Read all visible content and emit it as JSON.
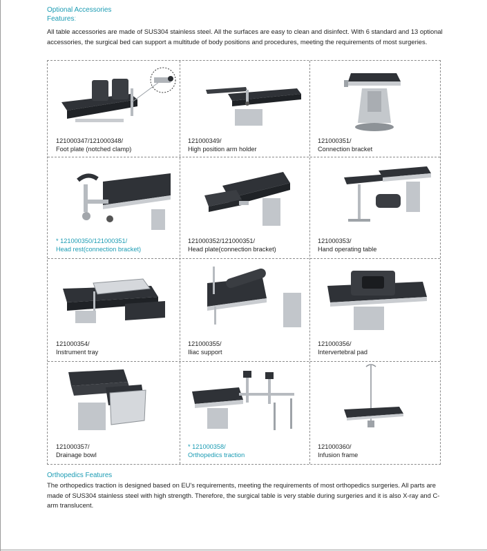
{
  "heading": "Optional Accessories",
  "subheading": "Featuresː",
  "intro": "All table accessories are made of SUS304 stainless steel. All the surfaces are easy to clean and disinfect. With 6 standard and 13 optional accessories, the surgical bed can support a multitude of body positions and procedures, meeting the requirements of most surgeries.",
  "accessories": [
    {
      "code": "121000347/121000348/",
      "label": "Foot plate (notched clamp)",
      "highlight": false,
      "icon": "foot-plate-icon"
    },
    {
      "code": "121000349/",
      "label": "High position arm holder",
      "highlight": false,
      "icon": "arm-holder-icon"
    },
    {
      "code": "121000351/",
      "label": "Connection bracket",
      "highlight": false,
      "icon": "connection-bracket-icon"
    },
    {
      "code": "* 121000350/121000351/",
      "label": "Head rest(connection bracket)",
      "highlight": true,
      "icon": "head-rest-icon"
    },
    {
      "code": "121000352/121000351/",
      "label": "Head plate(connection bracket)",
      "highlight": false,
      "icon": "head-plate-icon"
    },
    {
      "code": "121000353/",
      "label": "Hand operating table",
      "highlight": false,
      "icon": "hand-table-icon"
    },
    {
      "code": "121000354/",
      "label": "Instrument tray",
      "highlight": false,
      "icon": "instrument-tray-icon"
    },
    {
      "code": "121000355/",
      "label": "Iliac support",
      "highlight": false,
      "icon": "iliac-support-icon"
    },
    {
      "code": "121000356/",
      "label": "Intervertebral pad",
      "highlight": false,
      "icon": "intervertebral-pad-icon"
    },
    {
      "code": "121000357/",
      "label": "Drainage bowl",
      "highlight": false,
      "icon": "drainage-bowl-icon"
    },
    {
      "code": "* 121000358/",
      "label": "Orthopedics traction",
      "highlight": true,
      "icon": "orthopedics-traction-icon"
    },
    {
      "code": "121000360/",
      "label": "Infusion frame",
      "highlight": false,
      "icon": "infusion-frame-icon"
    }
  ],
  "ortho_heading": "Orthopedics Features",
  "ortho_text": "The orthopedics traction is designed based on EU's requirements, meeting the requirements of most orthopedics surgeries. All parts are made of SUS304 stainless steel with high strength. Therefore, the surgical table is very stable during surgeries and it is also X-ray and C-arm translucent.",
  "colors": {
    "accent": "#1a9bb3",
    "pad": "#2f3237",
    "steel": "#c9ccd0",
    "text": "#222222"
  }
}
